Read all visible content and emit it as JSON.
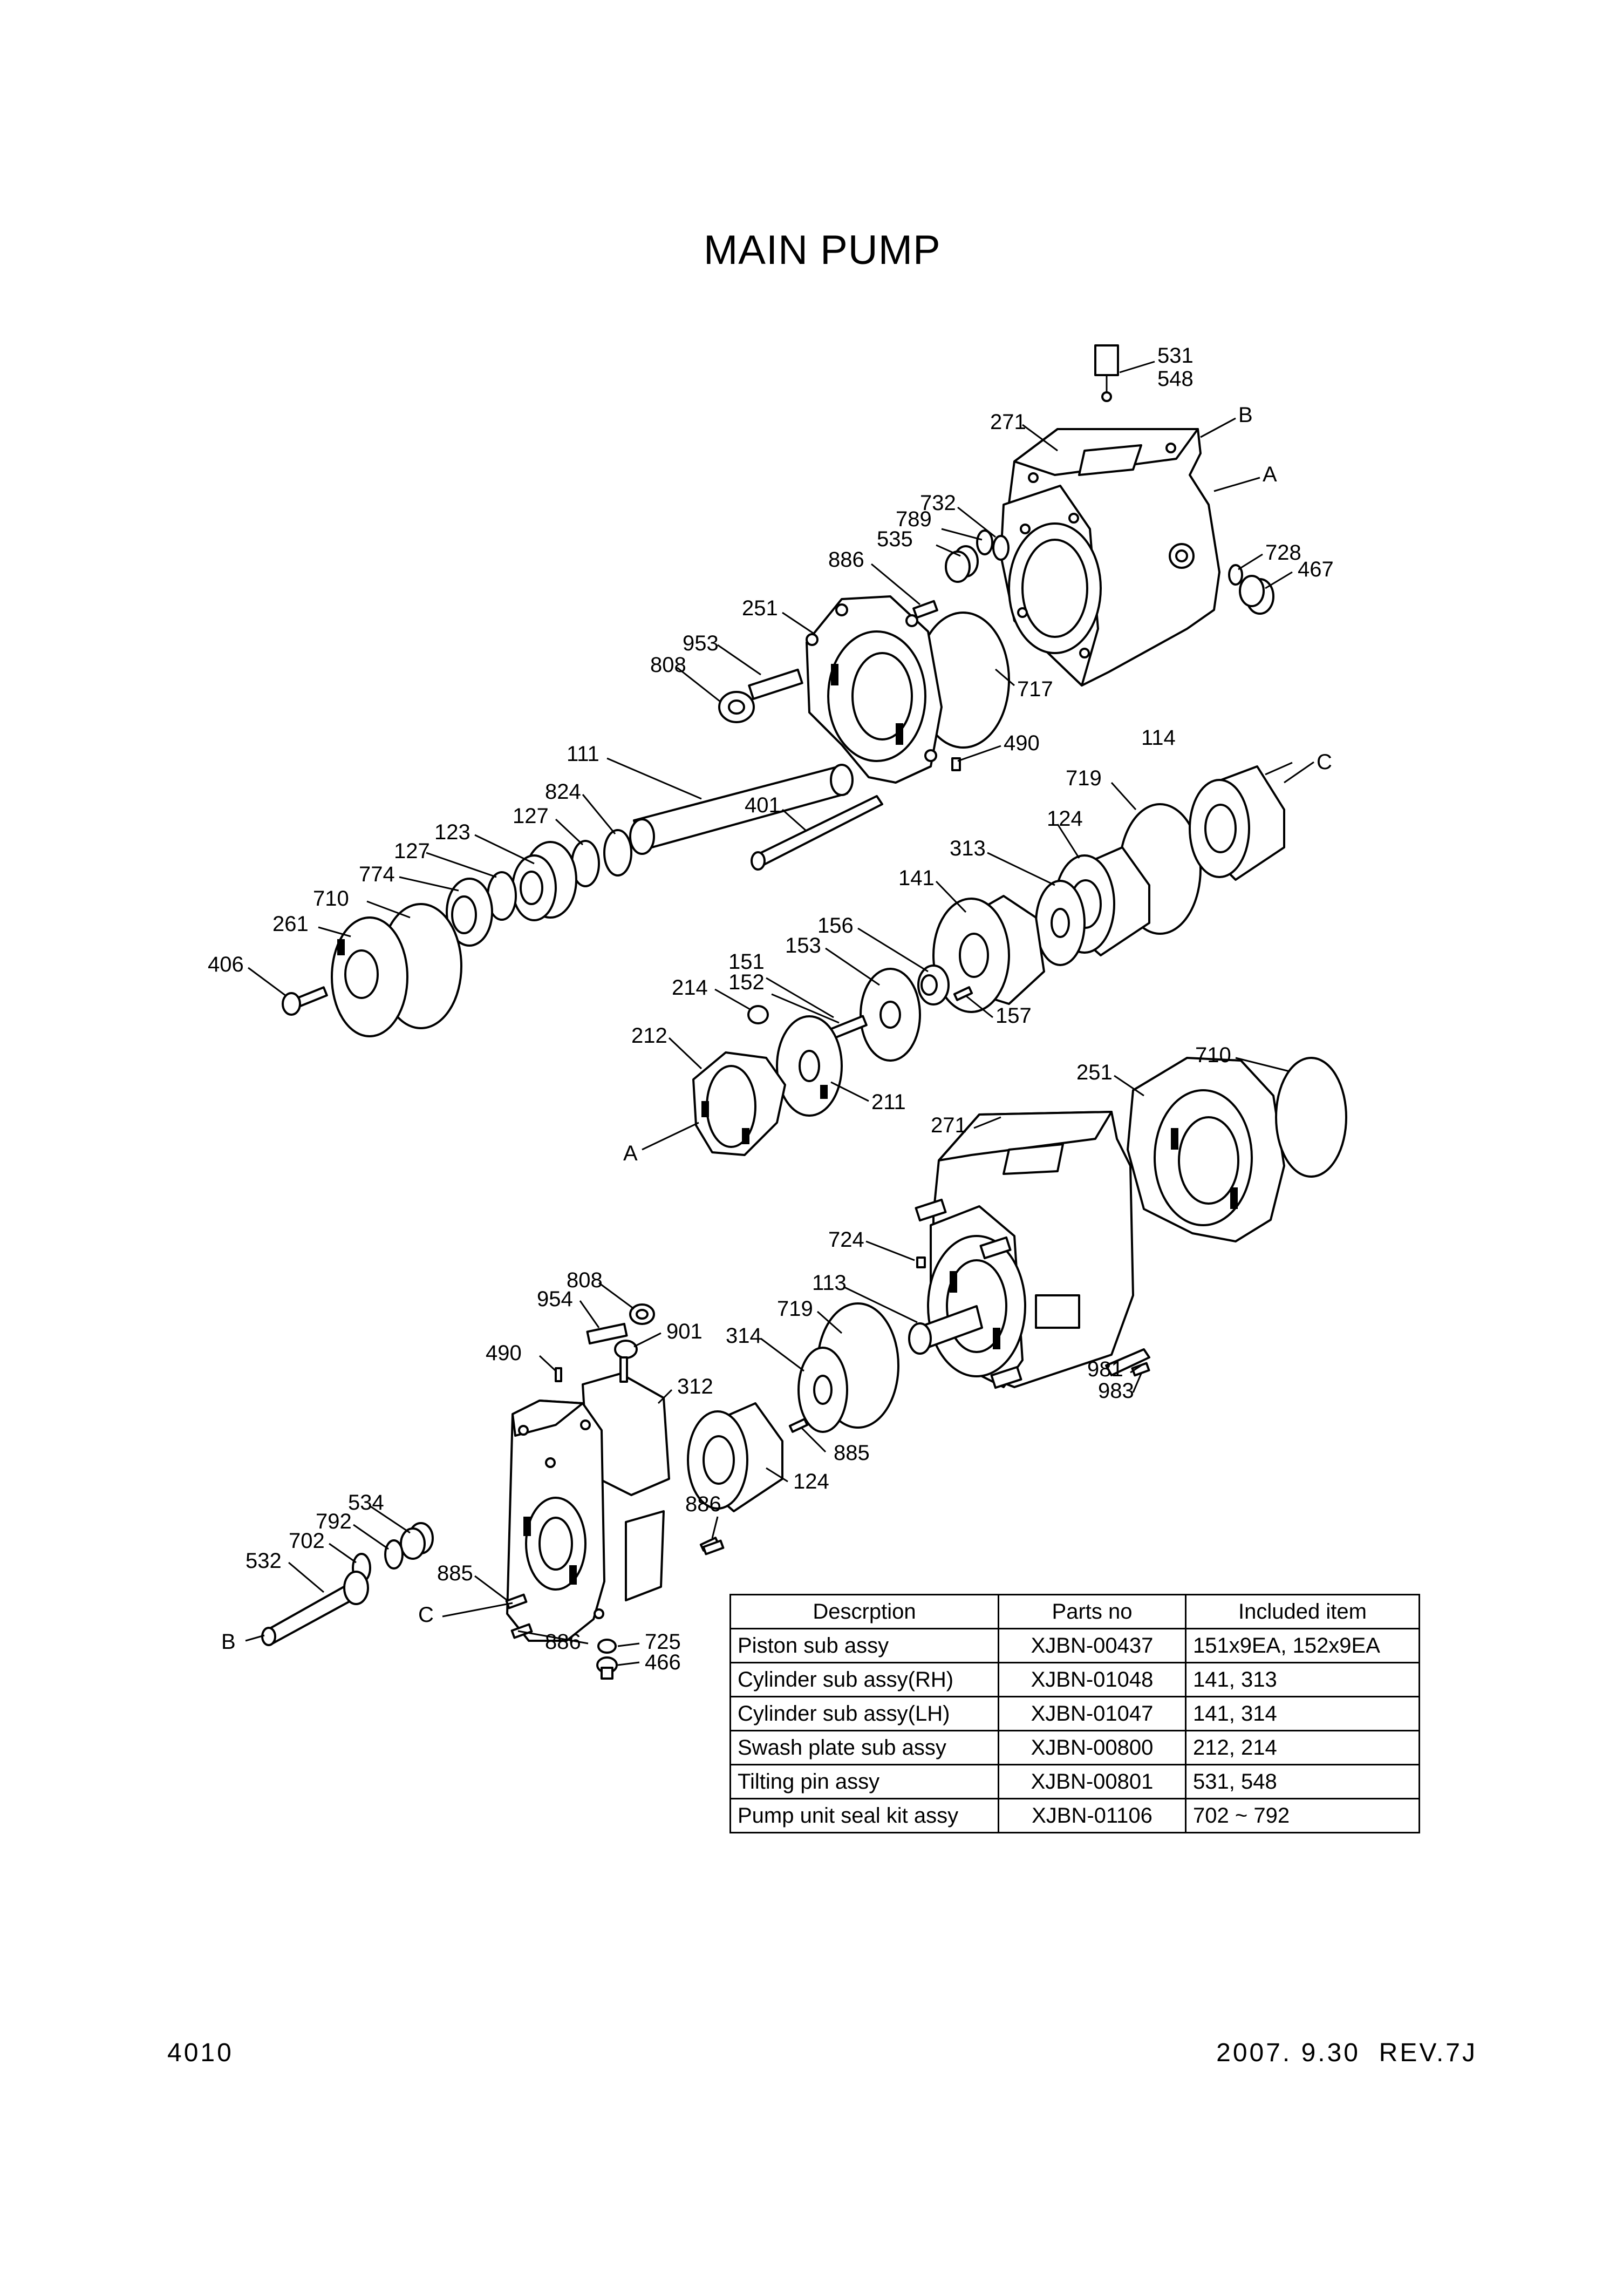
{
  "page": {
    "title": "MAIN PUMP",
    "page_number": "4010",
    "revision": "2007. 9.30  REV.7J"
  },
  "callouts": [
    {
      "id": "531"
    },
    {
      "id": "548"
    },
    {
      "id": "B"
    },
    {
      "id": "271"
    },
    {
      "id": "A"
    },
    {
      "id": "732"
    },
    {
      "id": "789"
    },
    {
      "id": "535"
    },
    {
      "id": "728"
    },
    {
      "id": "467"
    },
    {
      "id": "886"
    },
    {
      "id": "251"
    },
    {
      "id": "717"
    },
    {
      "id": "953"
    },
    {
      "id": "808"
    },
    {
      "id": "490"
    },
    {
      "id": "114"
    },
    {
      "id": "C"
    },
    {
      "id": "111"
    },
    {
      "id": "719"
    },
    {
      "id": "824"
    },
    {
      "id": "127"
    },
    {
      "id": "401"
    },
    {
      "id": "124"
    },
    {
      "id": "123"
    },
    {
      "id": "313"
    },
    {
      "id": "127"
    },
    {
      "id": "774"
    },
    {
      "id": "141"
    },
    {
      "id": "710"
    },
    {
      "id": "156"
    },
    {
      "id": "261"
    },
    {
      "id": "153"
    },
    {
      "id": "151"
    },
    {
      "id": "152"
    },
    {
      "id": "406"
    },
    {
      "id": "214"
    },
    {
      "id": "157"
    },
    {
      "id": "212"
    },
    {
      "id": "251"
    },
    {
      "id": "710"
    },
    {
      "id": "211"
    },
    {
      "id": "A"
    },
    {
      "id": "271"
    },
    {
      "id": "724"
    },
    {
      "id": "808"
    },
    {
      "id": "954"
    },
    {
      "id": "113"
    },
    {
      "id": "719"
    },
    {
      "id": "901"
    },
    {
      "id": "314"
    },
    {
      "id": "490"
    },
    {
      "id": "312"
    },
    {
      "id": "981"
    },
    {
      "id": "983"
    },
    {
      "id": "885"
    },
    {
      "id": "124"
    },
    {
      "id": "534"
    },
    {
      "id": "886"
    },
    {
      "id": "792"
    },
    {
      "id": "702"
    },
    {
      "id": "532"
    },
    {
      "id": "885"
    },
    {
      "id": "B"
    },
    {
      "id": "C"
    },
    {
      "id": "886"
    },
    {
      "id": "725"
    },
    {
      "id": "466"
    }
  ],
  "table": {
    "headers": [
      "Descrption",
      "Parts no",
      "Included item"
    ],
    "rows": [
      [
        "Piston sub assy",
        "XJBN-00437",
        "151x9EA, 152x9EA"
      ],
      [
        "Cylinder sub assy(RH)",
        "XJBN-01048",
        "141, 313"
      ],
      [
        "Cylinder sub assy(LH)",
        "XJBN-01047",
        "141, 314"
      ],
      [
        "Swash plate sub assy",
        "XJBN-00800",
        "212, 214"
      ],
      [
        "Tilting pin assy",
        "XJBN-00801",
        "531, 548"
      ],
      [
        "Pump unit seal kit assy",
        "XJBN-01106",
        "702 ~ 792"
      ]
    ]
  }
}
